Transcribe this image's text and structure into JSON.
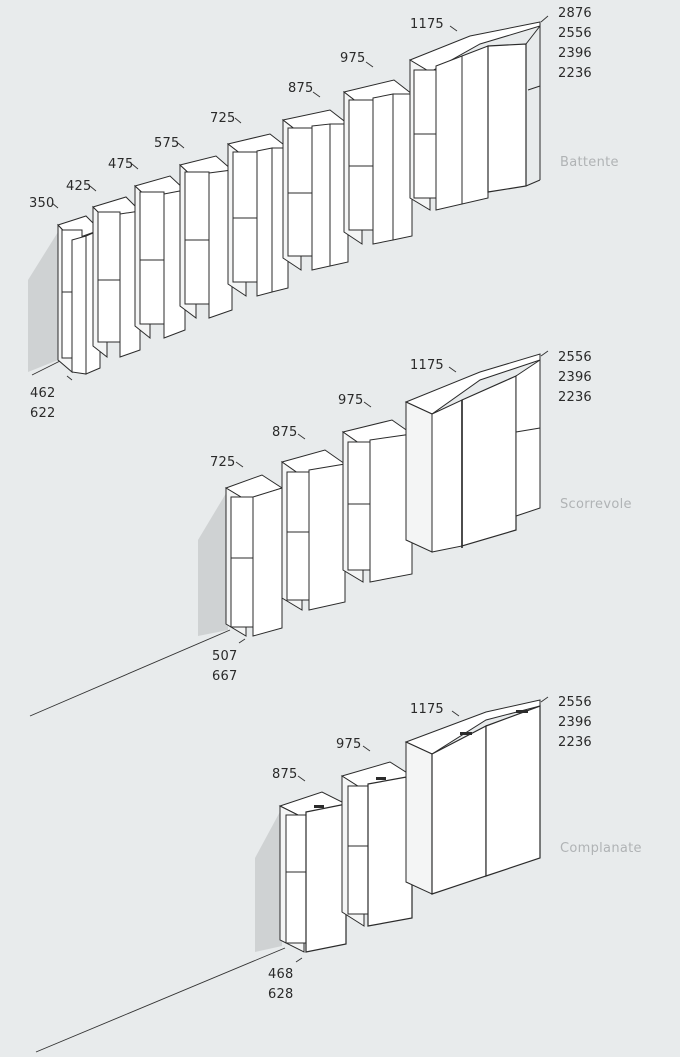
{
  "sections": {
    "battente": {
      "name": "Battente",
      "widths": [
        "350",
        "425",
        "475",
        "575",
        "725",
        "875",
        "975",
        "1175"
      ],
      "heights": [
        "2876",
        "2556",
        "2396",
        "2236"
      ],
      "depths": [
        "462",
        "622"
      ]
    },
    "scorrevole": {
      "name": "Scorrevole",
      "widths": [
        "725",
        "875",
        "975",
        "1175"
      ],
      "heights": [
        "2556",
        "2396",
        "2236"
      ],
      "depths": [
        "507",
        "667"
      ]
    },
    "complanate": {
      "name": "Complanate",
      "widths": [
        "875",
        "975",
        "1175"
      ],
      "heights": [
        "2556",
        "2396",
        "2236"
      ],
      "depths": [
        "468",
        "628"
      ]
    }
  },
  "colors": {
    "background": "#e8ebec",
    "panel": "#ffffff",
    "outline": "#2b2b2b",
    "shadow": "#cfd2d3",
    "label_muted": "#b0b3b5"
  }
}
